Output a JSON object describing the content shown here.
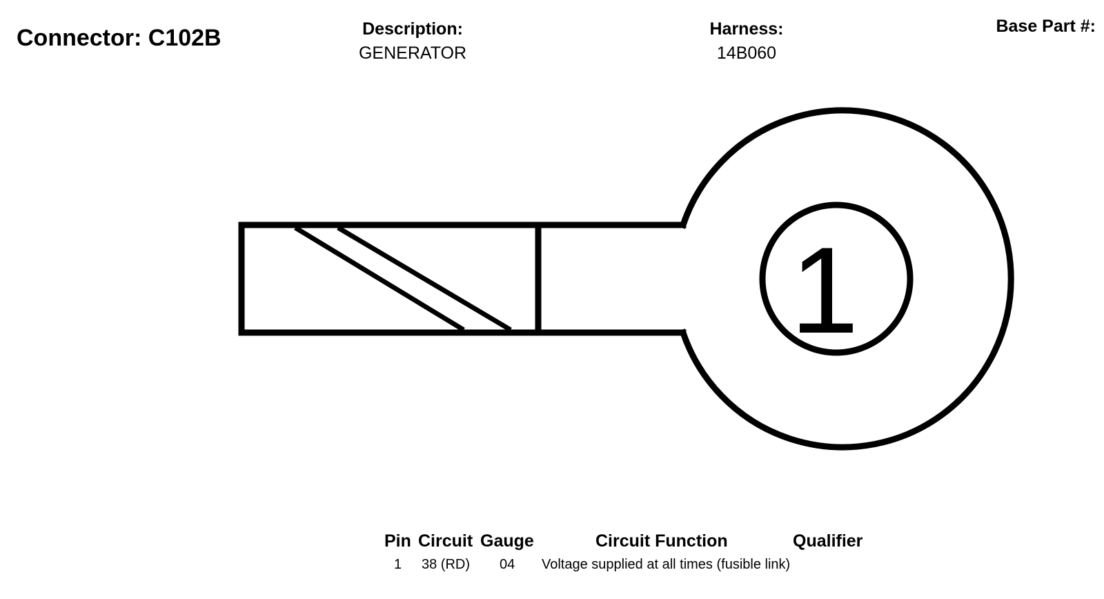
{
  "header": {
    "connector": "Connector: C102B",
    "description_label": "Description:",
    "description_value": "GENERATOR",
    "harness_label": "Harness:",
    "harness_value": "14B060",
    "base_part_label": "Base Part #:"
  },
  "diagram": {
    "pin_label": "1",
    "stroke_color": "#000000"
  },
  "table": {
    "headers": {
      "pin": "Pin",
      "circuit": "Circuit",
      "gauge": "Gauge",
      "function": "Circuit Function",
      "qualifier": "Qualifier"
    },
    "rows": [
      {
        "pin": "1",
        "circuit": "38 (RD)",
        "gauge": "04",
        "function": "Voltage supplied at all times (fusible link)",
        "qualifier": ""
      }
    ]
  }
}
